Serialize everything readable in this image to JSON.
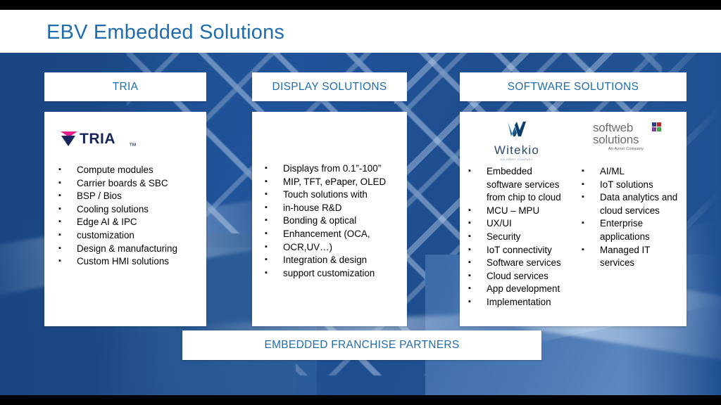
{
  "page": {
    "title": "EBV Embedded Solutions",
    "title_color": "#1f6cb0",
    "background_color": "#1d4e8f",
    "letterbox_color": "#000000"
  },
  "columns": [
    {
      "id": "tria",
      "tab_label": "TRIA",
      "logo": {
        "name": "tria-logo",
        "wordmark": "TRIA",
        "trademark": "™",
        "mark_colors": [
          "#e61c8c",
          "#16265c"
        ],
        "text_color": "#16265c"
      },
      "bullets": [
        {
          "text": "Compute modules",
          "continuation": false
        },
        {
          "text": "Carrier boards & SBC",
          "continuation": false
        },
        {
          "text": "BSP / Bios",
          "continuation": false
        },
        {
          "text": "Cooling solutions",
          "continuation": false
        },
        {
          "text": "Edge AI & IPC",
          "continuation": false
        },
        {
          "text": "customization",
          "continuation": false
        },
        {
          "text": "Design & manufacturing",
          "continuation": false
        },
        {
          "text": "Custom HMI solutions",
          "continuation": false
        }
      ]
    },
    {
      "id": "display",
      "tab_label": "DISPLAY SOLUTIONS",
      "bullets": [
        {
          "text": "Displays from 0.1”-100”",
          "continuation": false
        },
        {
          "text": "MIP, TFT, ePaper, OLED",
          "continuation": false
        },
        {
          "text": "Touch solutions with",
          "continuation": false
        },
        {
          "text": "in-house R&D",
          "continuation": false
        },
        {
          "text": "Bonding & optical",
          "continuation": false
        },
        {
          "text": "Enhancement (OCA,",
          "continuation": false
        },
        {
          "text": "OCR,UV…)",
          "continuation": false
        },
        {
          "text": "Integration & design",
          "continuation": false
        },
        {
          "text": "support customization",
          "continuation": false
        }
      ]
    },
    {
      "id": "software",
      "tab_label": "SOFTWARE SOLUTIONS",
      "subcolumns": [
        {
          "id": "witekio",
          "logo": {
            "name": "witekio-logo",
            "wordmark": "Witekio",
            "tagline": "AN AVNET COMPANY",
            "mark_colors": [
              "#0b3d6e",
              "#3fa9dc"
            ],
            "text_color": "#2b4a6b"
          },
          "bullets": [
            {
              "text": "Embedded",
              "continuation": false
            },
            {
              "text": "software services",
              "continuation": true
            },
            {
              "text": "from chip to cloud",
              "continuation": true
            },
            {
              "text": "MCU – MPU",
              "continuation": false
            },
            {
              "text": "UX/UI",
              "continuation": false
            },
            {
              "text": "Security",
              "continuation": false
            },
            {
              "text": "IoT connectivity",
              "continuation": false
            },
            {
              "text": "Software services",
              "continuation": false
            },
            {
              "text": "Cloud services",
              "continuation": false
            },
            {
              "text": "App development",
              "continuation": false
            },
            {
              "text": "Implementation",
              "continuation": false
            }
          ]
        },
        {
          "id": "softweb",
          "logo": {
            "name": "softweb-solutions-logo",
            "wordmark_line1": "softweb",
            "wordmark_line2": "solutions",
            "tagline": "An Avnet Company",
            "text_color": "#6d6d6d",
            "dot_colors": [
              "#2b3f8f",
              "#c0272d",
              "#7f3f98",
              "#3ea64a"
            ]
          },
          "bullets": [
            {
              "text": "AI/ML",
              "continuation": false
            },
            {
              "text": "IoT solutions",
              "continuation": false
            },
            {
              "text": "Data analytics and",
              "continuation": false
            },
            {
              "text": "cloud services",
              "continuation": true
            },
            {
              "text": "Enterprise",
              "continuation": false
            },
            {
              "text": "applications",
              "continuation": true
            },
            {
              "text": "Managed IT",
              "continuation": false
            },
            {
              "text": "services",
              "continuation": true
            }
          ]
        }
      ]
    }
  ],
  "footer": {
    "label": "EMBEDDED FRANCHISE PARTNERS"
  }
}
